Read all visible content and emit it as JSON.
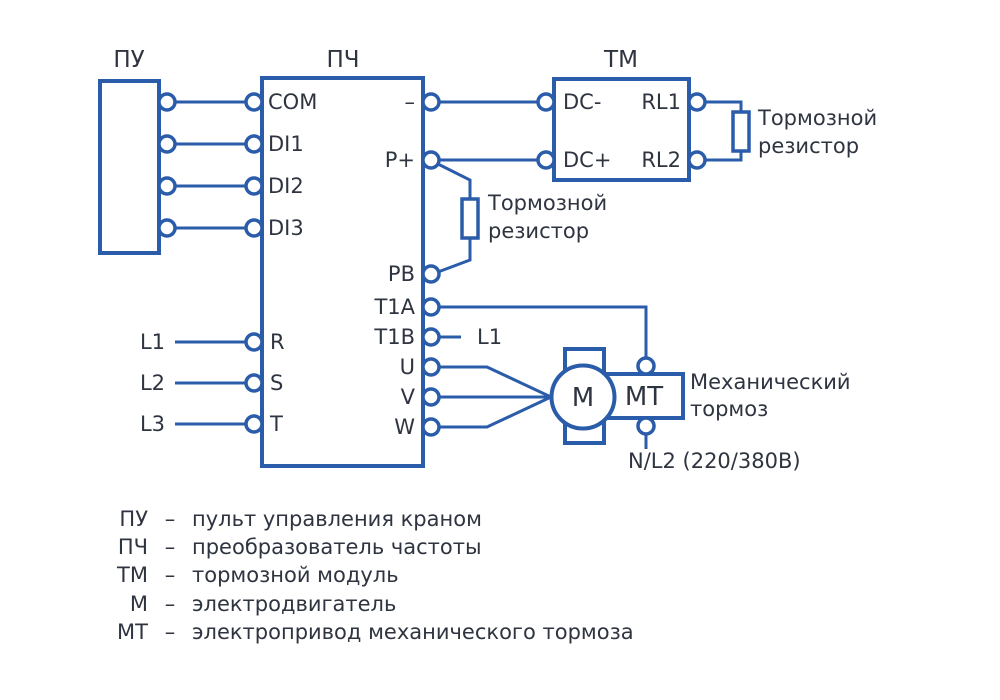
{
  "colors": {
    "wire_blue": "#2a5caa",
    "text_dark": "#2e3440",
    "background": "#ffffff"
  },
  "blocks": {
    "pu": {
      "title": "ПУ"
    },
    "pch": {
      "title": "ПЧ",
      "left_terminals": [
        "COM",
        "DI1",
        "DI2",
        "DI3"
      ],
      "rst_terminals": [
        "R",
        "S",
        "T"
      ],
      "right_terminals": [
        "–",
        "P+",
        "PB",
        "T1A",
        "T1B",
        "U",
        "V",
        "W"
      ]
    },
    "tm": {
      "title": "ТМ",
      "left_terminals": [
        "DC-",
        "DC+"
      ],
      "right_terminals": [
        "RL1",
        "RL2"
      ]
    },
    "motor": {
      "label": "М"
    },
    "mt": {
      "label": "МТ"
    }
  },
  "inputs": {
    "l1": "L1",
    "l2": "L2",
    "l3": "L3",
    "t1b_target": "L1",
    "neutral": "N/L2 (220/380В)"
  },
  "labels": {
    "brake_resistor_mid": {
      "line1": "Тормозной",
      "line2": "резистор"
    },
    "brake_resistor_tm": {
      "line1": "Тормозной",
      "line2": "резистор"
    },
    "mech_brake": {
      "line1": "Механический",
      "line2": "тормоз"
    }
  },
  "legend": {
    "dash": "–",
    "items": [
      {
        "term": "ПУ",
        "desc": "пульт управления краном"
      },
      {
        "term": "ПЧ",
        "desc": "преобразователь частоты"
      },
      {
        "term": "ТМ",
        "desc": "тормозной модуль"
      },
      {
        "term": "М",
        "desc": "электродвигатель"
      },
      {
        "term": "МТ",
        "desc": "электропривод механического тормоза"
      }
    ]
  }
}
